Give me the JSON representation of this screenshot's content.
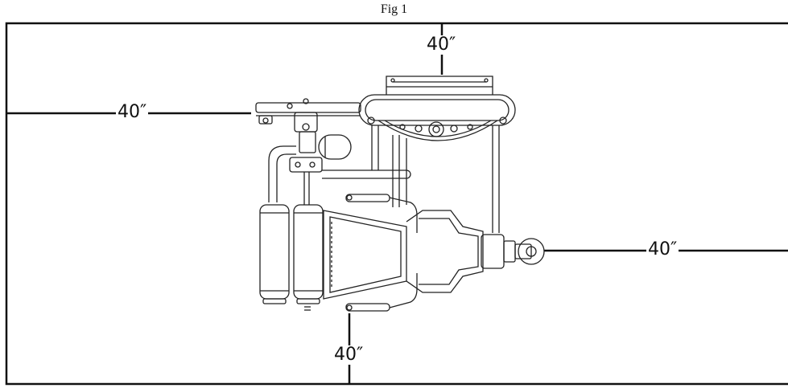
{
  "figure": {
    "title": "Fig 1"
  },
  "clearances": {
    "top": "40″",
    "left": "40″",
    "right": "40″",
    "bottom": "40″"
  }
}
